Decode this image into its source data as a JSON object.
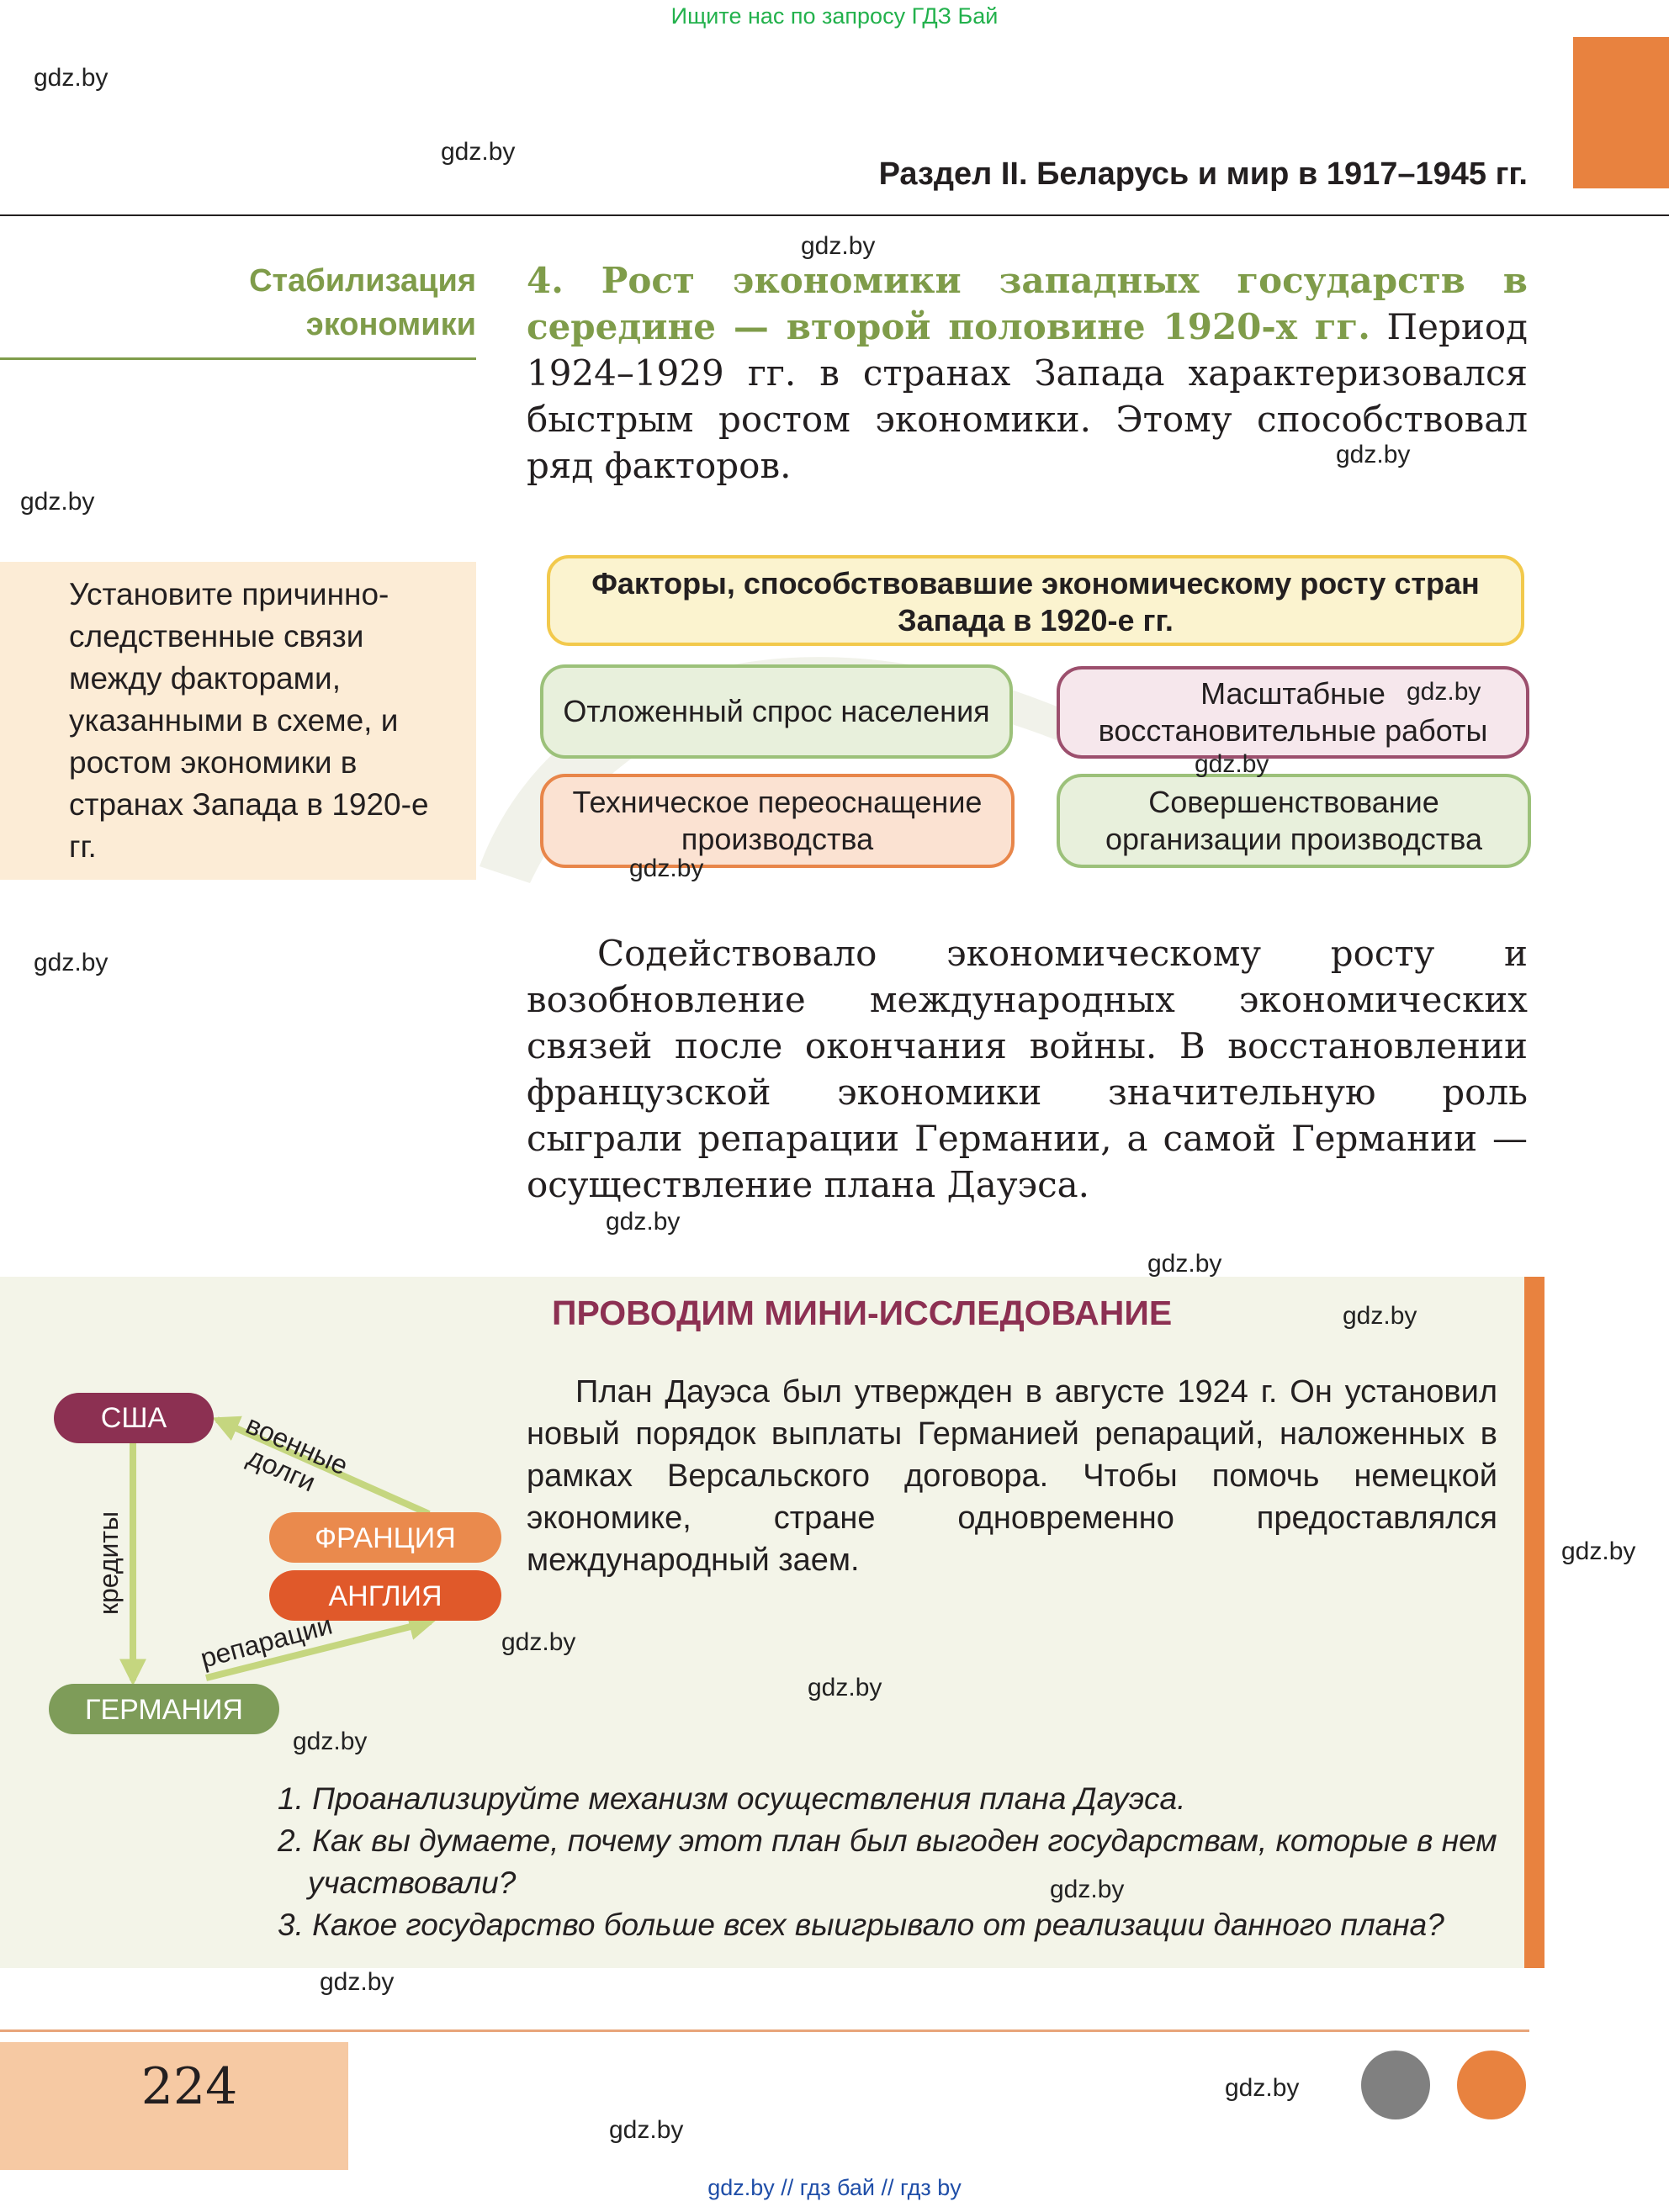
{
  "top_banner": "Ищите нас по запросу ГДЗ Бай",
  "section_header": "Раздел II. Беларусь и мир в 1917–1945 гг.",
  "margin_heading": [
    "Стабилизация",
    "экономики"
  ],
  "paragraph1": {
    "lead": "4. Рост экономики западных государств в середине — второй половине 1920-х гг.",
    "body": " Период 1924–1929 гг. в странах Запада характеризовался быстрым ростом экономики. Этому способствовал ряд факторов."
  },
  "task_text": "Установите причинно-следственные связи между факторами, указанными в схеме, и ростом экономики в странах Запада в 1920-е гг.",
  "scheme": {
    "title": "Факторы, способствовавшие экономическому росту стран Запада в 1920-е гг.",
    "factors": [
      "Отложенный спрос населения",
      "Масштабные восстановительные работы",
      "Техническое переоснащение производства",
      "Совершенствование организации производства"
    ]
  },
  "paragraph2": "Содействовало экономическому росту и возобновление международных экономических связей после окончания войны. В восстановлении французской экономики значительную роль сыграли репарации Германии, а самой Германии — осуществление плана Дауэса.",
  "research": {
    "title": "ПРОВОДИМ МИНИ-ИССЛЕДОВАНИЕ",
    "text": "План Дауэса был утвержден в августе 1924 г. Он установил новый порядок выплаты Германией репараций, наложенных в рамках Версальского договора. Чтобы помочь немецкой экономике, стране одновременно предоставлялся международный заем.",
    "diagram": {
      "usa": "США",
      "france": "ФРАНЦИЯ",
      "england": "АНГЛИЯ",
      "germany": "ГЕРМАНИЯ",
      "war_debts_1": "военные",
      "war_debts_2": "долги",
      "credits": "кредиты",
      "reparations": "репарации"
    },
    "questions": [
      "1. Проанализируйте механизм осуществления плана Дауэса.",
      "2. Как вы думаете, почему этот план был выгоден государствам, которые в нем участвовали?",
      "3. Какое государство больше всех выигрывало от реализации данного плана?"
    ]
  },
  "page_number": "224",
  "bottom_banner": "gdz.by  //  гдз бай  //  гдз by",
  "watermark": "gdz.by",
  "colors": {
    "accent_orange": "#e8823f",
    "heading_green": "#7f9c4a",
    "research_title": "#8c3052"
  }
}
